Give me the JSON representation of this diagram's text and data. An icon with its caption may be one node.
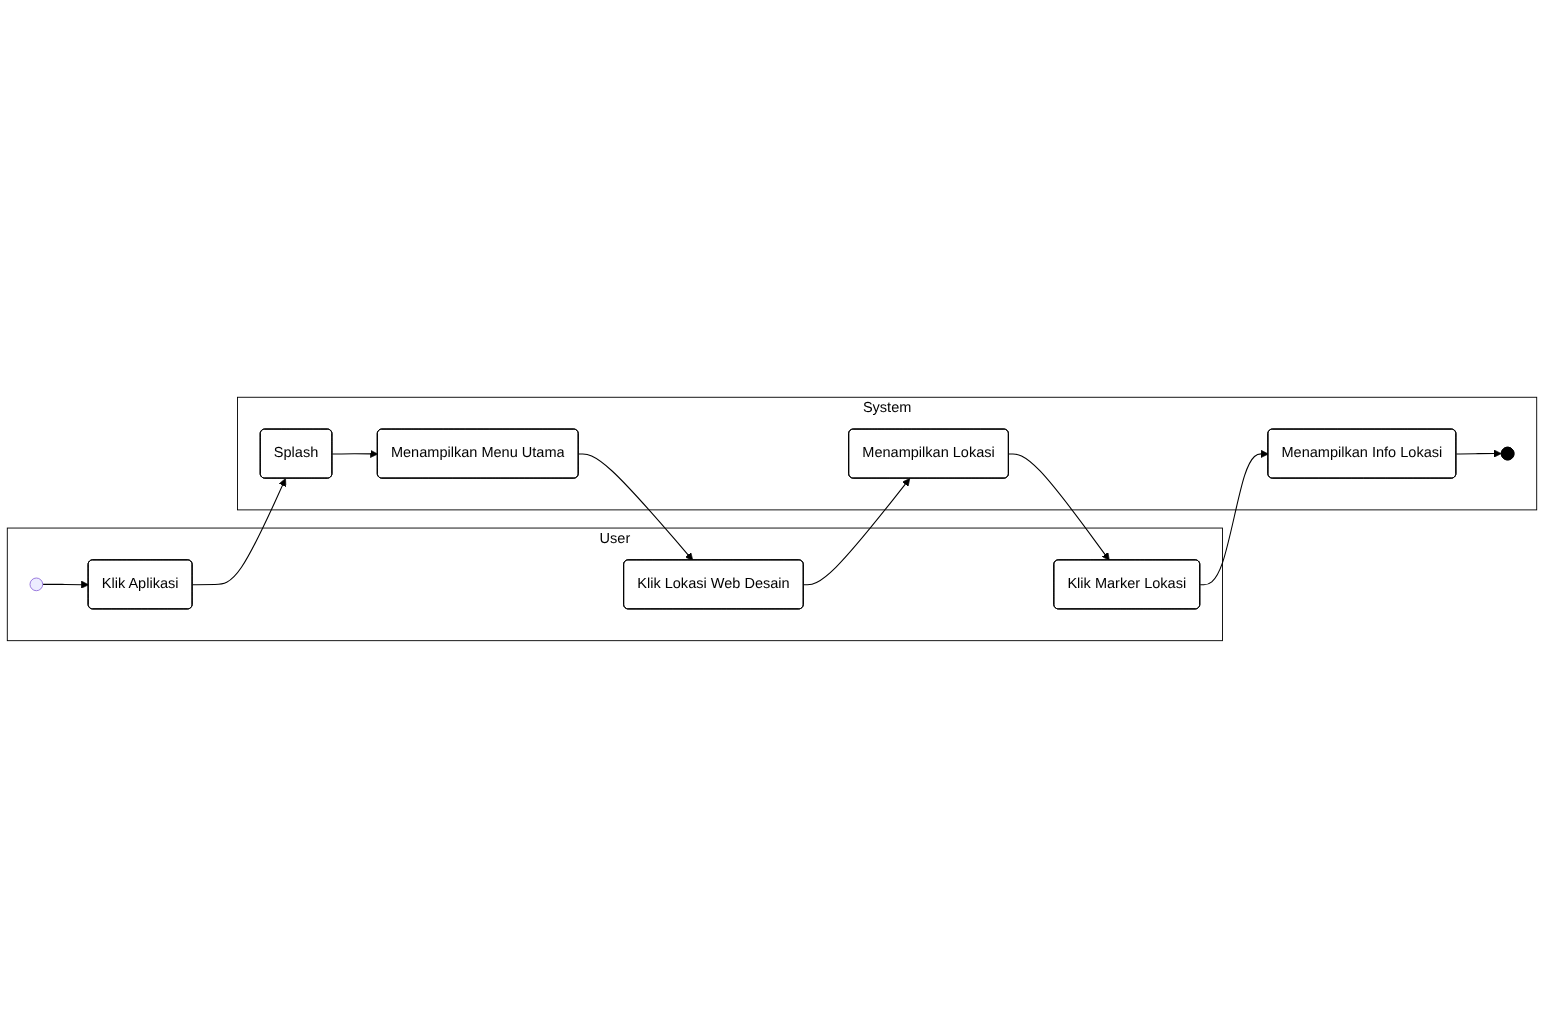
{
  "diagram": {
    "nodes": [
      {
        "text": [
          "User"
        ]
      },
      {
        "text": [
          "System"
        ]
      },
      {
        "text": [],
        "shape": "circle",
        "in": 0
      },
      {
        "text": [
          "Klik Aplikasi"
        ],
        "in": 0
      },
      {
        "text": [
          "Splash"
        ],
        "in": 1
      },
      {
        "text": [
          "Menampilkan Menu Utama"
        ],
        "in": 1
      },
      {
        "text": [
          "Klik Lokasi Web Desain"
        ],
        "in": 0
      },
      {
        "text": [
          "Menampilkan Lokasi"
        ],
        "in": 1
      },
      {
        "text": [
          "Klik Marker Lokasi"
        ],
        "in": 0
      },
      {
        "text": [
          "Menampilkan Info Lokasi"
        ],
        "in": 1
      },
      {
        "text": [],
        "shape": "circle",
        "in": 1
      }
    ],
    "edges": [
      {
        "from": 2,
        "to": 3,
        "arrow": "to"
      },
      {
        "from": 3,
        "to": 4,
        "arrow": "to"
      },
      {
        "from": 4,
        "to": 5,
        "arrow": "to"
      },
      {
        "from": 5,
        "to": 6,
        "arrow": "to"
      },
      {
        "from": 6,
        "to": 7,
        "arrow": "to"
      },
      {
        "from": 7,
        "to": 8,
        "arrow": "to"
      },
      {
        "from": 8,
        "to": 9,
        "arrow": "to"
      },
      {
        "from": 9,
        "to": 10,
        "arrow": "to"
      }
    ]
  }
}
